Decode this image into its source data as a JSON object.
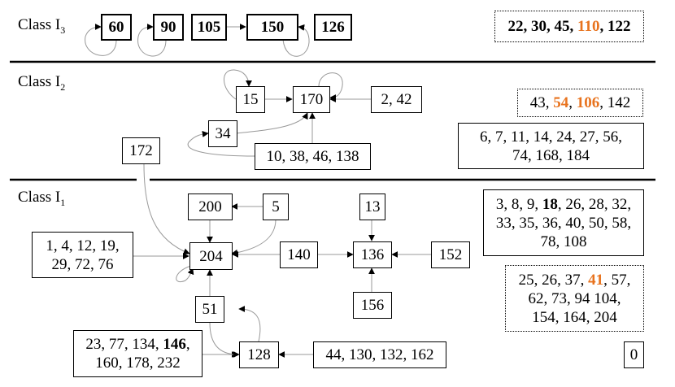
{
  "classes": {
    "i3": {
      "label": "Class I",
      "sub": "3",
      "nodes": {
        "n60": "60",
        "n90": "90",
        "n105": "105",
        "n150": "150",
        "n126": "126"
      },
      "set": {
        "p1": "22, 30, 45, ",
        "hl": "110",
        "p2": ", 122"
      }
    },
    "i2": {
      "label": "Class I",
      "sub": "2",
      "nodes": {
        "n15": "15",
        "n170": "170",
        "n242": "2, 42",
        "n34": "34",
        "n10_138": "10, 38, 46, 138",
        "n172": "172"
      },
      "set_dotted": {
        "p1": "43, ",
        "hl1": "54",
        "p2": ", ",
        "hl2": "106",
        "p3": ", 142"
      },
      "set_solid": {
        "l1": "6, 7, 11, 14, 24, 27, 56,",
        "l2": "74, 168, 184"
      }
    },
    "i1": {
      "label": "Class I",
      "sub": "1",
      "nodes": {
        "n200": "200",
        "n5": "5",
        "n204": "204",
        "n140": "140",
        "n136": "136",
        "n13": "13",
        "n152": "152",
        "n156": "156",
        "n51": "51",
        "n128": "128",
        "n1_76_l1": "1, 4, 12, 19,",
        "n1_76_l2": "29, 72, 76",
        "n23_l1a": "23, 77, 134, ",
        "n23_l1b": "146",
        "n23_l1c": ",",
        "n23_l2": "160, 178, 232",
        "n44_162": "44, 130, 132, 162",
        "n0": "0"
      },
      "set_solid": {
        "l1a": "3, 8, 9, ",
        "l1b": "18",
        "l1c": ", 26, 28, 32,",
        "l2": "33, 35, 36, 40, 50, 58,",
        "l3": "78, 108"
      },
      "set_dotted": {
        "l1a": "25, 26, 37, ",
        "hl": "41",
        "l1c": ", 57,",
        "l2": "62, 73, 94 104,",
        "l3": "154, 164, 204"
      }
    }
  },
  "colors": {
    "highlight": "#e8731e",
    "lines": "#000000"
  }
}
